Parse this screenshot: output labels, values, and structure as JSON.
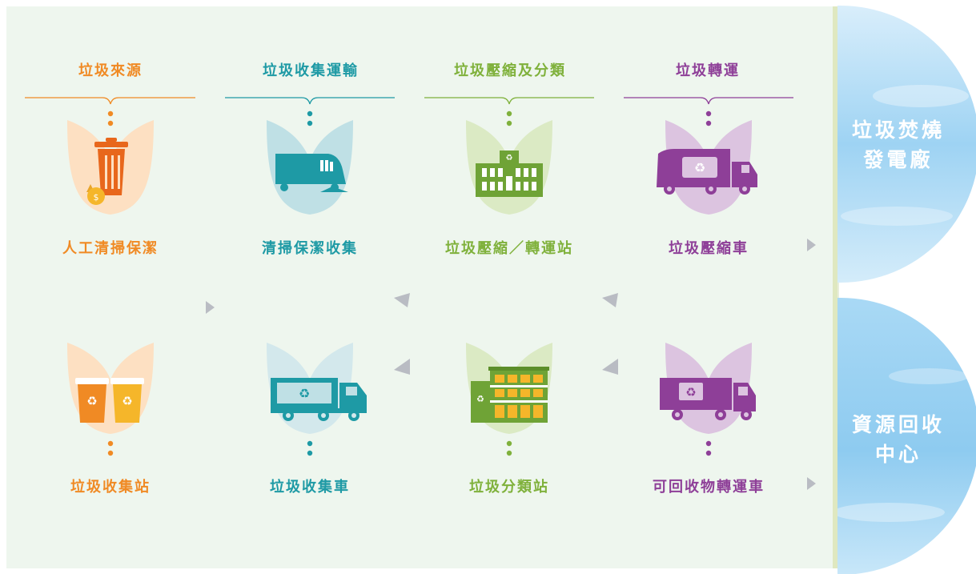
{
  "stages": [
    {
      "header": "垃圾來源",
      "color": "#f08a24",
      "leaf": "#fde0c2"
    },
    {
      "header": "垃圾收集運輸",
      "color": "#1e9aa5",
      "leaf": "#bfe0e5"
    },
    {
      "header": "垃圾壓縮及分類",
      "color": "#7fb13b",
      "leaf": "#dbeac4"
    },
    {
      "header": "垃圾轉運",
      "color": "#8e3f98",
      "leaf": "#dcc4e0"
    }
  ],
  "top_row": [
    {
      "label": "人工清掃保潔",
      "icon": "trash-bin-icon"
    },
    {
      "label": "清掃保潔收集",
      "icon": "sweeper-truck-icon"
    },
    {
      "label": "垃圾壓縮／轉運站",
      "icon": "transfer-station-building-icon"
    },
    {
      "label": "垃圾壓縮車",
      "icon": "compactor-truck-icon"
    }
  ],
  "bottom_row": [
    {
      "label": "垃圾收集站",
      "icon": "recycling-bins-icon"
    },
    {
      "label": "垃圾收集車",
      "icon": "collection-truck-icon"
    },
    {
      "label": "垃圾分類站",
      "icon": "sorting-station-building-icon"
    },
    {
      "label": "可回收物轉運車",
      "icon": "recyclables-transfer-truck-icon"
    }
  ],
  "destinations": {
    "incineration": {
      "line1": "垃圾焚燒",
      "line2": "發電廠"
    },
    "recycling": {
      "line1": "資源回收",
      "line2": "中心"
    }
  },
  "colors": {
    "panel": "#eef6ee",
    "arrow": "#b9bcc3",
    "sky": "#8ccbf0",
    "sky_light": "#d5edfb",
    "recycle_symbol": "♻"
  }
}
